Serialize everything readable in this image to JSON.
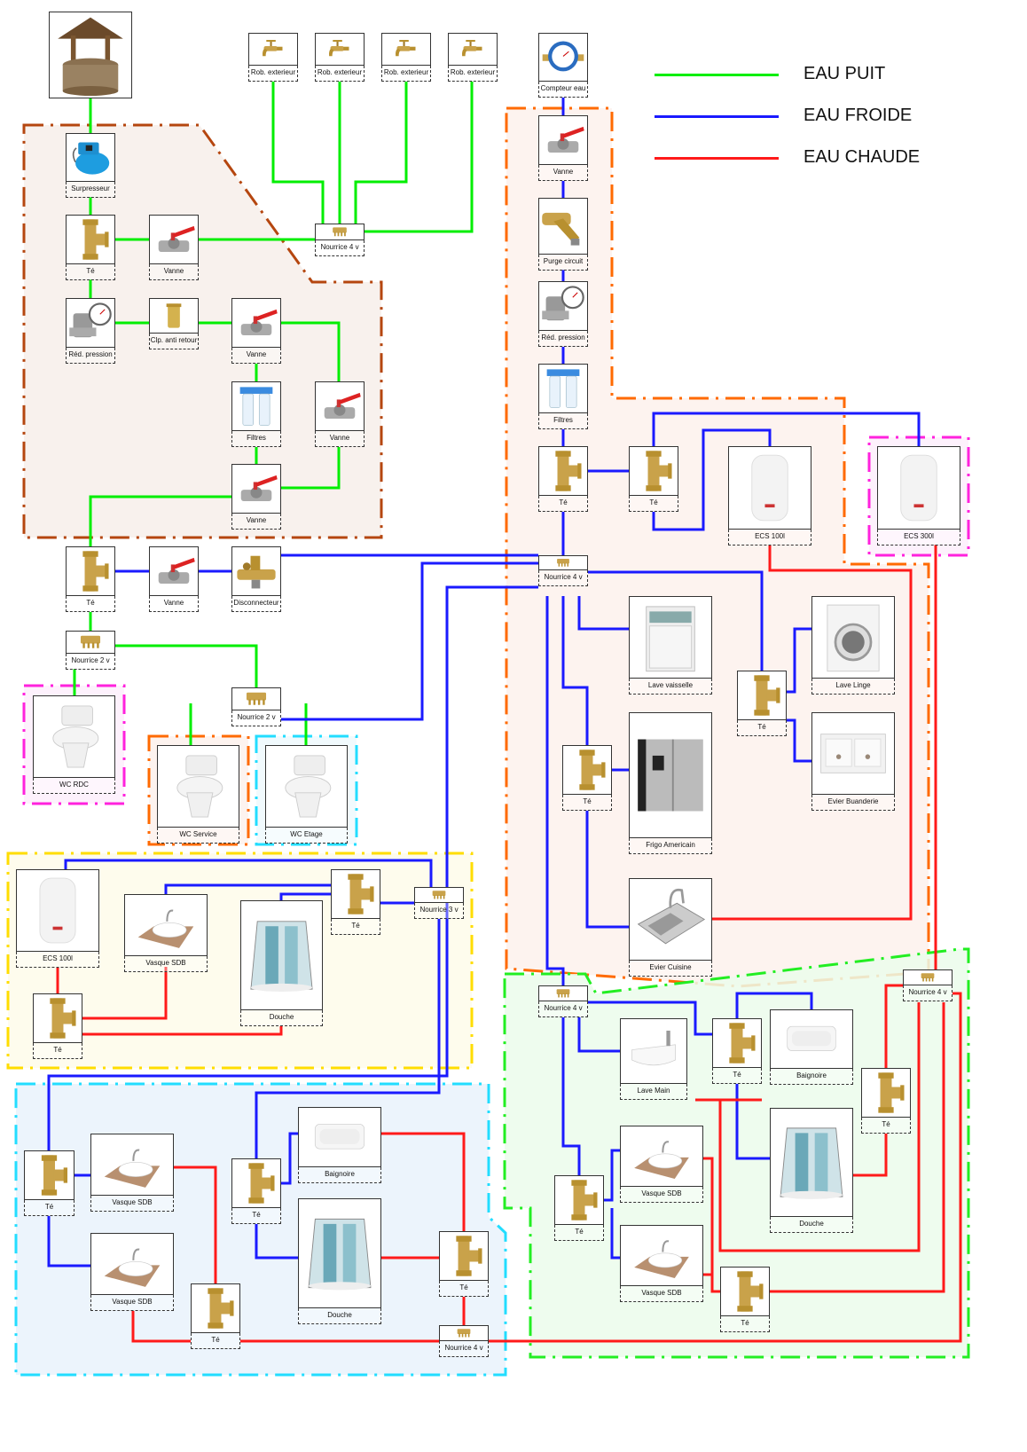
{
  "legend": [
    {
      "label": "EAU PUIT",
      "color": "#00ee00"
    },
    {
      "label": "EAU FROIDE",
      "color": "#1a1aff"
    },
    {
      "label": "EAU CHAUDE",
      "color": "#ff1a1a"
    }
  ],
  "zone_colors": {
    "exterior_well": "#b5460f",
    "kitchen_laundry": "#ff6a00",
    "hot_water_300": "#ff22dd",
    "wc_rdc": "#ff22dd",
    "wc_service": "#ff6a00",
    "wc_etage": "#22ddff",
    "bathroom_ground": "#ffdd00",
    "bathroom_upstairs": "#22ddff",
    "bathroom_master": "#22ee22"
  },
  "nodes": [
    {
      "label": "",
      "icon": "well-icon"
    },
    {
      "label": "Surpresseur",
      "icon": "pump-icon"
    },
    {
      "label": "Té",
      "icon": "tee-icon"
    },
    {
      "label": "Vanne",
      "icon": "valve-icon"
    },
    {
      "label": "Réd. pression",
      "icon": "pressure-reducer-icon"
    },
    {
      "label": "Clp. anti retour",
      "icon": "check-valve-icon"
    },
    {
      "label": "Vanne",
      "icon": "valve-icon"
    },
    {
      "label": "Filtres",
      "icon": "filter-icon"
    },
    {
      "label": "Vanne",
      "icon": "valve-icon"
    },
    {
      "label": "Vanne",
      "icon": "valve-icon"
    },
    {
      "label": "Té",
      "icon": "tee-icon"
    },
    {
      "label": "Vanne",
      "icon": "valve-icon"
    },
    {
      "label": "Disconnecteur",
      "icon": "backflow-preventer-icon"
    },
    {
      "label": "Nourrice 2 v",
      "icon": "manifold-icon"
    },
    {
      "label": "Nourrice 2 v",
      "icon": "manifold-icon"
    },
    {
      "label": "WC RDC",
      "icon": "toilet-icon"
    },
    {
      "label": "WC Service",
      "icon": "toilet-icon"
    },
    {
      "label": "WC Etage",
      "icon": "toilet-icon"
    },
    {
      "label": "Rob. exterieur",
      "icon": "tap-icon"
    },
    {
      "label": "Rob. exterieur",
      "icon": "tap-icon"
    },
    {
      "label": "Rob. exterieur",
      "icon": "tap-icon"
    },
    {
      "label": "Rob. exterieur",
      "icon": "tap-icon"
    },
    {
      "label": "Nourrice 4 v",
      "icon": "manifold-icon"
    },
    {
      "label": "Compteur eau",
      "icon": "water-meter-icon"
    },
    {
      "label": "Vanne",
      "icon": "valve-icon"
    },
    {
      "label": "Purge circuit",
      "icon": "strainer-icon"
    },
    {
      "label": "Réd. pression",
      "icon": "pressure-reducer-icon"
    },
    {
      "label": "Filtres",
      "icon": "filter-icon"
    },
    {
      "label": "Té",
      "icon": "tee-icon"
    },
    {
      "label": "Té",
      "icon": "tee-icon"
    },
    {
      "label": "ECS 100l",
      "icon": "water-heater-icon"
    },
    {
      "label": "ECS 300l",
      "icon": "water-heater-icon"
    },
    {
      "label": "Nourrice 4 v",
      "icon": "manifold-icon"
    },
    {
      "label": "Lave vaisselle",
      "icon": "dishwasher-icon"
    },
    {
      "label": "Lave Linge",
      "icon": "washing-machine-icon"
    },
    {
      "label": "Té",
      "icon": "tee-icon"
    },
    {
      "label": "Evier Buanderie",
      "icon": "laundry-sink-icon"
    },
    {
      "label": "Té",
      "icon": "tee-icon"
    },
    {
      "label": "Frigo Americain",
      "icon": "fridge-icon"
    },
    {
      "label": "Evier Cuisine",
      "icon": "kitchen-sink-icon"
    },
    {
      "label": "ECS 100l",
      "icon": "water-heater-icon"
    },
    {
      "label": "Vasque SDB",
      "icon": "basin-icon"
    },
    {
      "label": "Douche",
      "icon": "shower-icon"
    },
    {
      "label": "Té",
      "icon": "tee-icon"
    },
    {
      "label": "Nourrice 3 v",
      "icon": "manifold-icon"
    },
    {
      "label": "Té",
      "icon": "tee-icon"
    },
    {
      "label": "Té",
      "icon": "tee-icon"
    },
    {
      "label": "Vasque SDB",
      "icon": "basin-icon"
    },
    {
      "label": "Vasque SDB",
      "icon": "basin-icon"
    },
    {
      "label": "Té",
      "icon": "tee-icon"
    },
    {
      "label": "Té",
      "icon": "tee-icon"
    },
    {
      "label": "Baignoire",
      "icon": "bathtub-icon"
    },
    {
      "label": "Douche",
      "icon": "shower-icon"
    },
    {
      "label": "Té",
      "icon": "tee-icon"
    },
    {
      "label": "Nourrice 4 v",
      "icon": "manifold-icon"
    },
    {
      "label": "Nourrice 4 v",
      "icon": "manifold-icon"
    },
    {
      "label": "Lave Main",
      "icon": "hand-basin-icon"
    },
    {
      "label": "Té",
      "icon": "tee-icon"
    },
    {
      "label": "Baignoire",
      "icon": "bathtub-icon"
    },
    {
      "label": "Nourrice 4 v",
      "icon": "manifold-icon"
    },
    {
      "label": "Té",
      "icon": "tee-icon"
    },
    {
      "label": "Vasque SDB",
      "icon": "basin-icon"
    },
    {
      "label": "Douche",
      "icon": "shower-icon"
    },
    {
      "label": "Té",
      "icon": "tee-icon"
    },
    {
      "label": "Vasque SDB",
      "icon": "basin-icon"
    },
    {
      "label": "Té",
      "icon": "tee-icon"
    }
  ]
}
